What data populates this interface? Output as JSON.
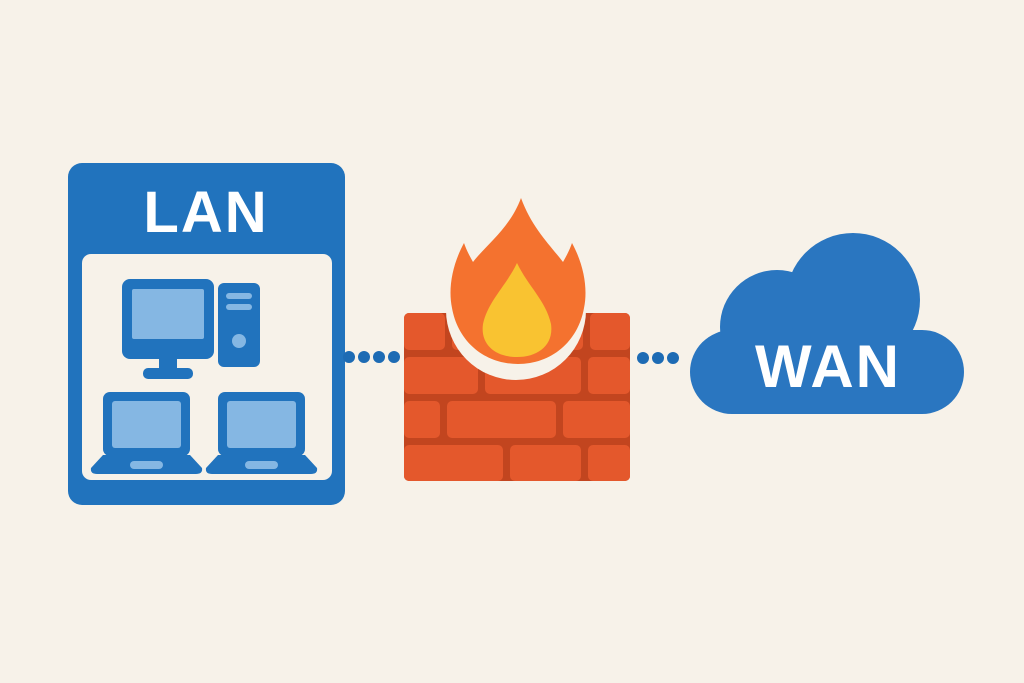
{
  "diagram": {
    "title": "LAN - Firewall - WAN network diagram",
    "background_color": "#f7f2e9",
    "lan": {
      "label": "LAN",
      "box_color": "#2173bd",
      "panel_color": "#f7f2e9",
      "text_color": "#ffffff",
      "device_color": "#2173bd",
      "screen_color": "#85b7e3",
      "devices": [
        "desktop-computer",
        "computer-tower",
        "laptop",
        "laptop"
      ]
    },
    "firewall": {
      "name": "Firewall",
      "brick_color": "#e4582c",
      "mortar_color": "#c2451f",
      "flame_outer_color": "#f4722f",
      "flame_inner_color": "#f9c331",
      "halo_color": "#f7f2e9"
    },
    "wan": {
      "label": "WAN",
      "cloud_color": "#2a76c0",
      "text_color": "#ffffff"
    },
    "connections": [
      {
        "from": "LAN",
        "to": "Firewall",
        "style": "dotted",
        "dot_count": 4,
        "dot_color": "#1d6bb4"
      },
      {
        "from": "Firewall",
        "to": "WAN",
        "style": "dotted",
        "dot_count": 3,
        "dot_color": "#1d6bb4"
      }
    ]
  }
}
